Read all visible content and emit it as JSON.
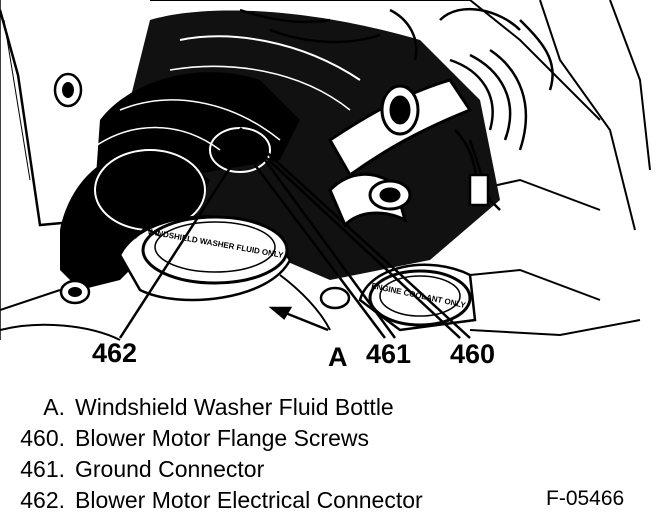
{
  "figure": {
    "callouts": {
      "a": "A",
      "c460": "460",
      "c461": "461",
      "c462": "462"
    },
    "cap_lettering": {
      "washer_cap": "WINDSHIELD WASHER FLUID ONLY",
      "coolant_cap": "ENGINE COOLANT ONLY"
    }
  },
  "legend": {
    "items": [
      {
        "key": "A.",
        "text": "Windshield Washer Fluid Bottle"
      },
      {
        "key": "460.",
        "text": "Blower Motor Flange Screws"
      },
      {
        "key": "461.",
        "text": "Ground Connector"
      },
      {
        "key": "462.",
        "text": "Blower Motor Electrical Connector"
      }
    ],
    "figure_code": "F-05466"
  },
  "colors": {
    "ink": "#000000",
    "paper": "#ffffff"
  }
}
